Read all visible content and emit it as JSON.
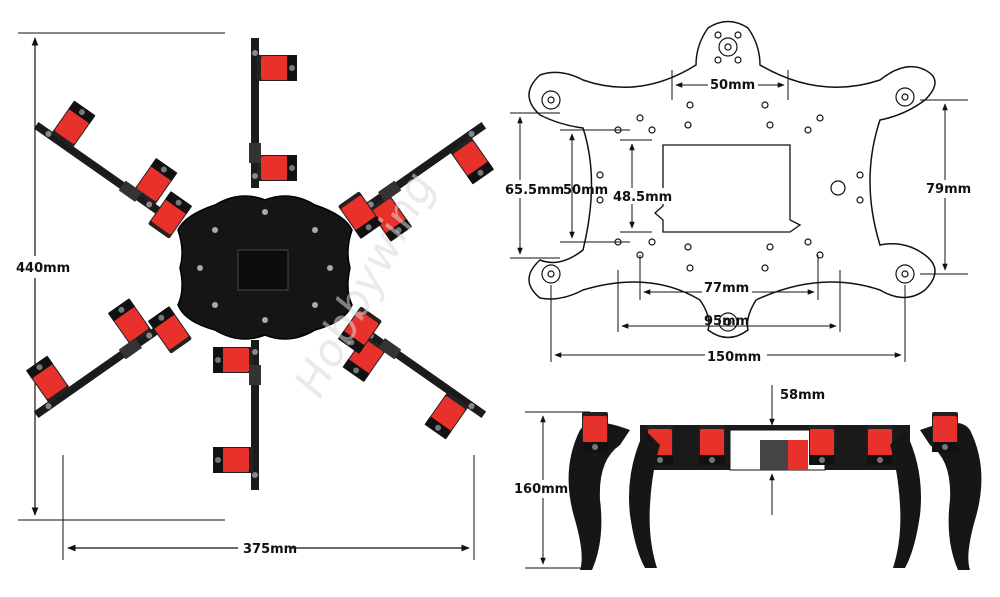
{
  "watermark": "Hobbywing",
  "dimensions": {
    "top_view_height": "440mm",
    "top_view_width": "375mm",
    "plate_top_gap": "50mm",
    "plate_left_outer": "65.5mm",
    "plate_left_inner": "50mm",
    "plate_center_hole": "48.5mm",
    "plate_right": "79mm",
    "plate_bottom_inner": "77mm",
    "plate_bottom_mid": "95mm",
    "plate_bottom_outer": "150mm",
    "side_clearance": "58mm",
    "side_height": "160mm"
  },
  "colors": {
    "frame": "#151515",
    "servo_red": "#e8312a",
    "dim_line": "#111111"
  }
}
